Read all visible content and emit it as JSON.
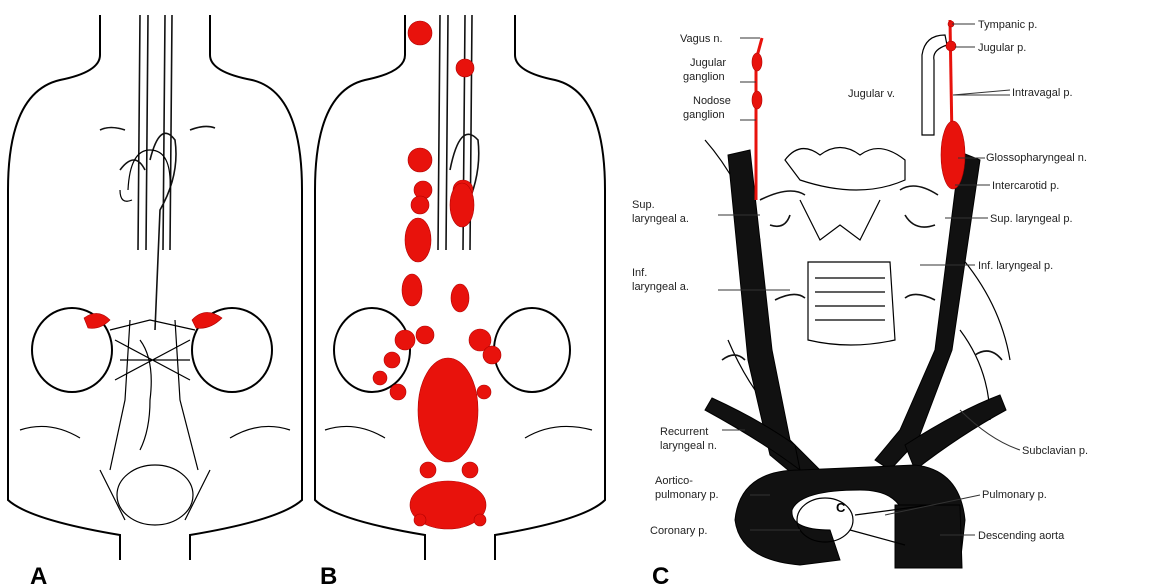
{
  "panels": {
    "a": {
      "letter": "A"
    },
    "b": {
      "letter": "B"
    },
    "c": {
      "letter": "C",
      "inner_letter": "C",
      "labels_left": [
        "Vagus n.",
        "Jugular",
        "ganglion",
        "Nodose",
        "ganglion",
        "Sup.",
        "laryngeal a.",
        "Inf.",
        "laryngeal a.",
        "Recurrent",
        "laryngeal n.",
        "Aortico-",
        "pulmonary p.",
        "Coronary p."
      ],
      "labels_right": [
        "Tympanic p.",
        "Jugular p.",
        "Intravagal p.",
        "Glossopharyngeal n.",
        "Intercarotid p.",
        "Sup. laryngeal p.",
        "Inf. laryngeal p.",
        "Subclavian p.",
        "Pulmonary p.",
        "Descending aorta"
      ],
      "label_jugular_v": "Jugular v."
    }
  },
  "colors": {
    "highlight": "#e8120c",
    "ink": "#111111"
  }
}
